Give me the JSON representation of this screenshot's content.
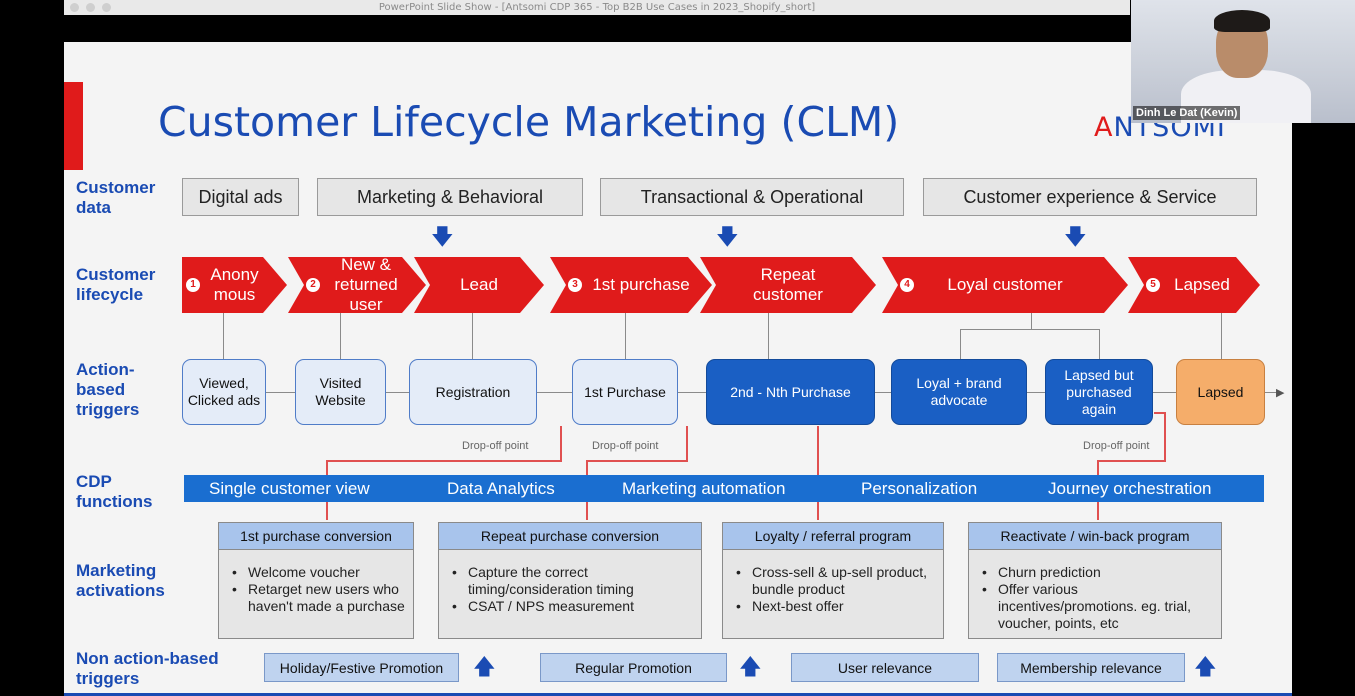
{
  "window": {
    "title": "PowerPoint Slide Show - [Antsomi CDP 365 - Top B2B Use Cases in 2023_Shopify_short]"
  },
  "slide": {
    "title": "Customer Lifecycle Marketing (CLM)",
    "logo": {
      "prefix": "A",
      "rest": "NTSOMI"
    },
    "row_labels": {
      "customer_data": "Customer data",
      "customer_lifecycle": "Customer lifecycle",
      "action_triggers": "Action-based triggers",
      "cdp_functions": "CDP functions",
      "marketing_activations": "Marketing activations",
      "non_action_triggers": "Non action-based triggers"
    },
    "customer_data": [
      "Digital ads",
      "Marketing & Behavioral",
      "Transactional & Operational",
      "Customer experience & Service"
    ],
    "lifecycle": [
      {
        "num": "1",
        "label": "Anony mous"
      },
      {
        "num": "2",
        "label": "New & returned user"
      },
      {
        "num": "",
        "label": "Lead"
      },
      {
        "num": "3",
        "label": "1st purchase"
      },
      {
        "num": "",
        "label": "Repeat customer"
      },
      {
        "num": "4",
        "label": "Loyal customer"
      },
      {
        "num": "5",
        "label": "Lapsed"
      }
    ],
    "triggers": [
      "Viewed, Clicked ads",
      "Visited Website",
      "Registration",
      "1st Purchase",
      "2nd - Nth Purchase",
      "Loyal + brand advocate",
      "Lapsed but purchased again",
      "Lapsed"
    ],
    "drop_off": [
      "Drop-off point",
      "Drop-off point",
      "Drop-off point"
    ],
    "cdp_functions": [
      "Single customer view",
      "Data Analytics",
      "Marketing automation",
      "Personalization",
      "Journey orchestration"
    ],
    "activations": [
      {
        "title": "1st purchase conversion",
        "items": [
          "Welcome voucher",
          "Retarget new users who haven't made a purchase"
        ]
      },
      {
        "title": "Repeat purchase conversion",
        "items": [
          "Capture the correct timing/consideration timing",
          "CSAT / NPS measurement"
        ]
      },
      {
        "title": "Loyalty / referral program",
        "items": [
          "Cross-sell & up-sell product, bundle product",
          "Next-best offer"
        ]
      },
      {
        "title": "Reactivate / win-back program",
        "items": [
          "Churn prediction",
          "Offer various incentives/promotions. eg. trial, voucher, points, etc"
        ]
      }
    ],
    "non_action": [
      "Holiday/Festive Promotion",
      "Regular Promotion",
      "User relevance",
      "Membership relevance"
    ]
  },
  "webcam": {
    "name": "Dinh Le Dat (Kevin)"
  },
  "colors": {
    "brand_blue": "#1a4bb3",
    "accent_red": "#e01b1b",
    "cdp_blue": "#1a6ed0",
    "lapsed_orange": "#f5ad6a"
  },
  "icons": {
    "down_arrow": "down-arrow-icon",
    "up_arrow": "up-arrow-icon"
  }
}
